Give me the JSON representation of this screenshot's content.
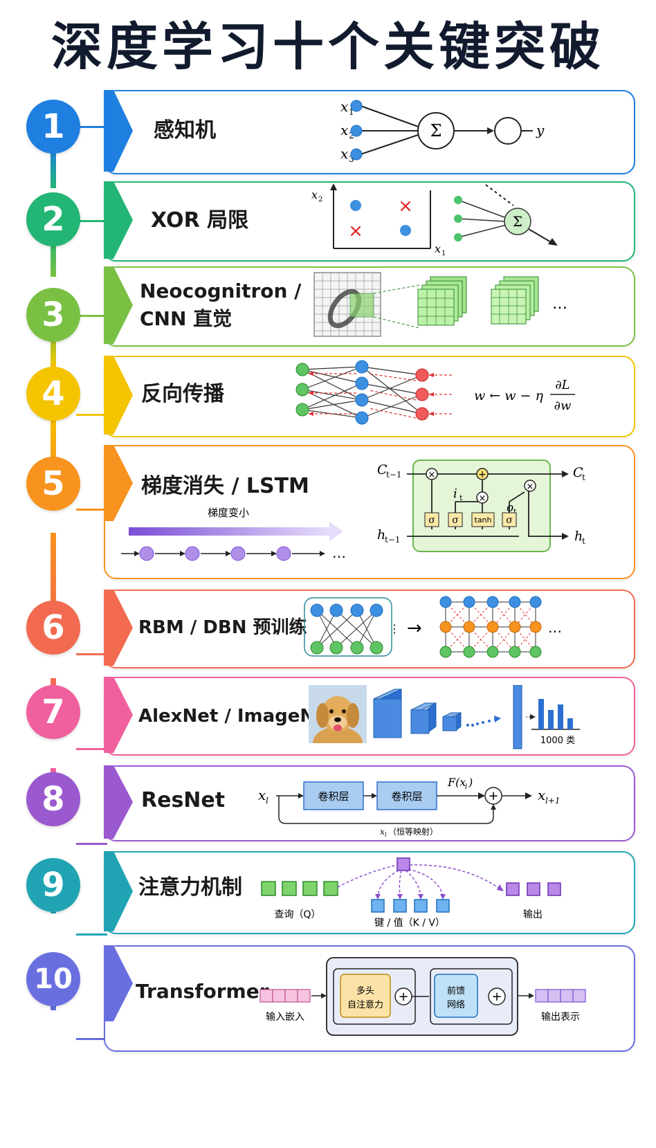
{
  "title": "深度学习十个关键突破",
  "items": [
    {
      "num": "1",
      "label": "感知机",
      "color": "#1e7fe0"
    },
    {
      "num": "2",
      "label": "XOR 局限",
      "color": "#22b573"
    },
    {
      "num": "3",
      "label": "Neocognitron /",
      "label2": "CNN 直觉",
      "color": "#7ac143"
    },
    {
      "num": "4",
      "label": "反向传播",
      "color": "#f5c400"
    },
    {
      "num": "5",
      "label": "梯度消失 / LSTM",
      "color": "#f7931e"
    },
    {
      "num": "6",
      "label": "RBM / DBN 预训练",
      "color": "#f26a4f"
    },
    {
      "num": "7",
      "label": "AlexNet / ImageNet",
      "color": "#f0609e"
    },
    {
      "num": "8",
      "label": "ResNet",
      "color": "#9b59d0"
    },
    {
      "num": "9",
      "label": "注意力机制",
      "color": "#20a4b4"
    },
    {
      "num": "10",
      "label": "Transformer",
      "color": "#6a6fe0"
    }
  ],
  "perceptron": {
    "x1": "x",
    "sub1": "1",
    "sub2": "2",
    "sub3": "3",
    "sum": "Σ",
    "y": "y"
  },
  "xor": {
    "x2": "x",
    "x2sub": "2",
    "x1": "x",
    "x1sub": "1",
    "cross": "×",
    "sum": "Σ"
  },
  "cnn": {
    "ellipsis": "…"
  },
  "backprop": {
    "formula_lhs": "w ← w − η",
    "num": "∂L",
    "den": "∂w"
  },
  "lstm": {
    "vanish_label": "梯度变小",
    "c_prev": "C",
    "c_prev_sub": "t−1",
    "c_next": "C",
    "c_next_sub": "t",
    "h_prev": "h",
    "h_prev_sub": "t−1",
    "h_next": "h",
    "h_next_sub": "t",
    "i": "i",
    "i_sub": "t",
    "o": "o",
    "o_sub": "t",
    "sigma": "σ",
    "tanh": "tanh",
    "times": "×",
    "plus": "+",
    "ellipsis": "…"
  },
  "rbm": {
    "arrow": "→",
    "ellipsis": "…",
    "vdots": "⋮"
  },
  "alexnet": {
    "classes": "1000 类"
  },
  "resnet": {
    "xl": "x",
    "xl_sub": "l",
    "conv1": "卷积层",
    "conv2": "卷积层",
    "fx": "F(x",
    "fx_sub": "l",
    "fx_close": ")",
    "plus": "+",
    "out": "x",
    "out_sub": "l+1",
    "skip": "（恒等映射）",
    "skip_x": "x",
    "skip_sub": "l"
  },
  "attention": {
    "query": "查询（Q）",
    "kv": "键 / 值（K / V）",
    "output": "输出"
  },
  "transformer": {
    "input": "输入嵌入",
    "mha1": "多头",
    "mha2": "自注意力",
    "ffn1": "前馈",
    "ffn2": "网络",
    "plus": "+",
    "output": "输出表示"
  }
}
